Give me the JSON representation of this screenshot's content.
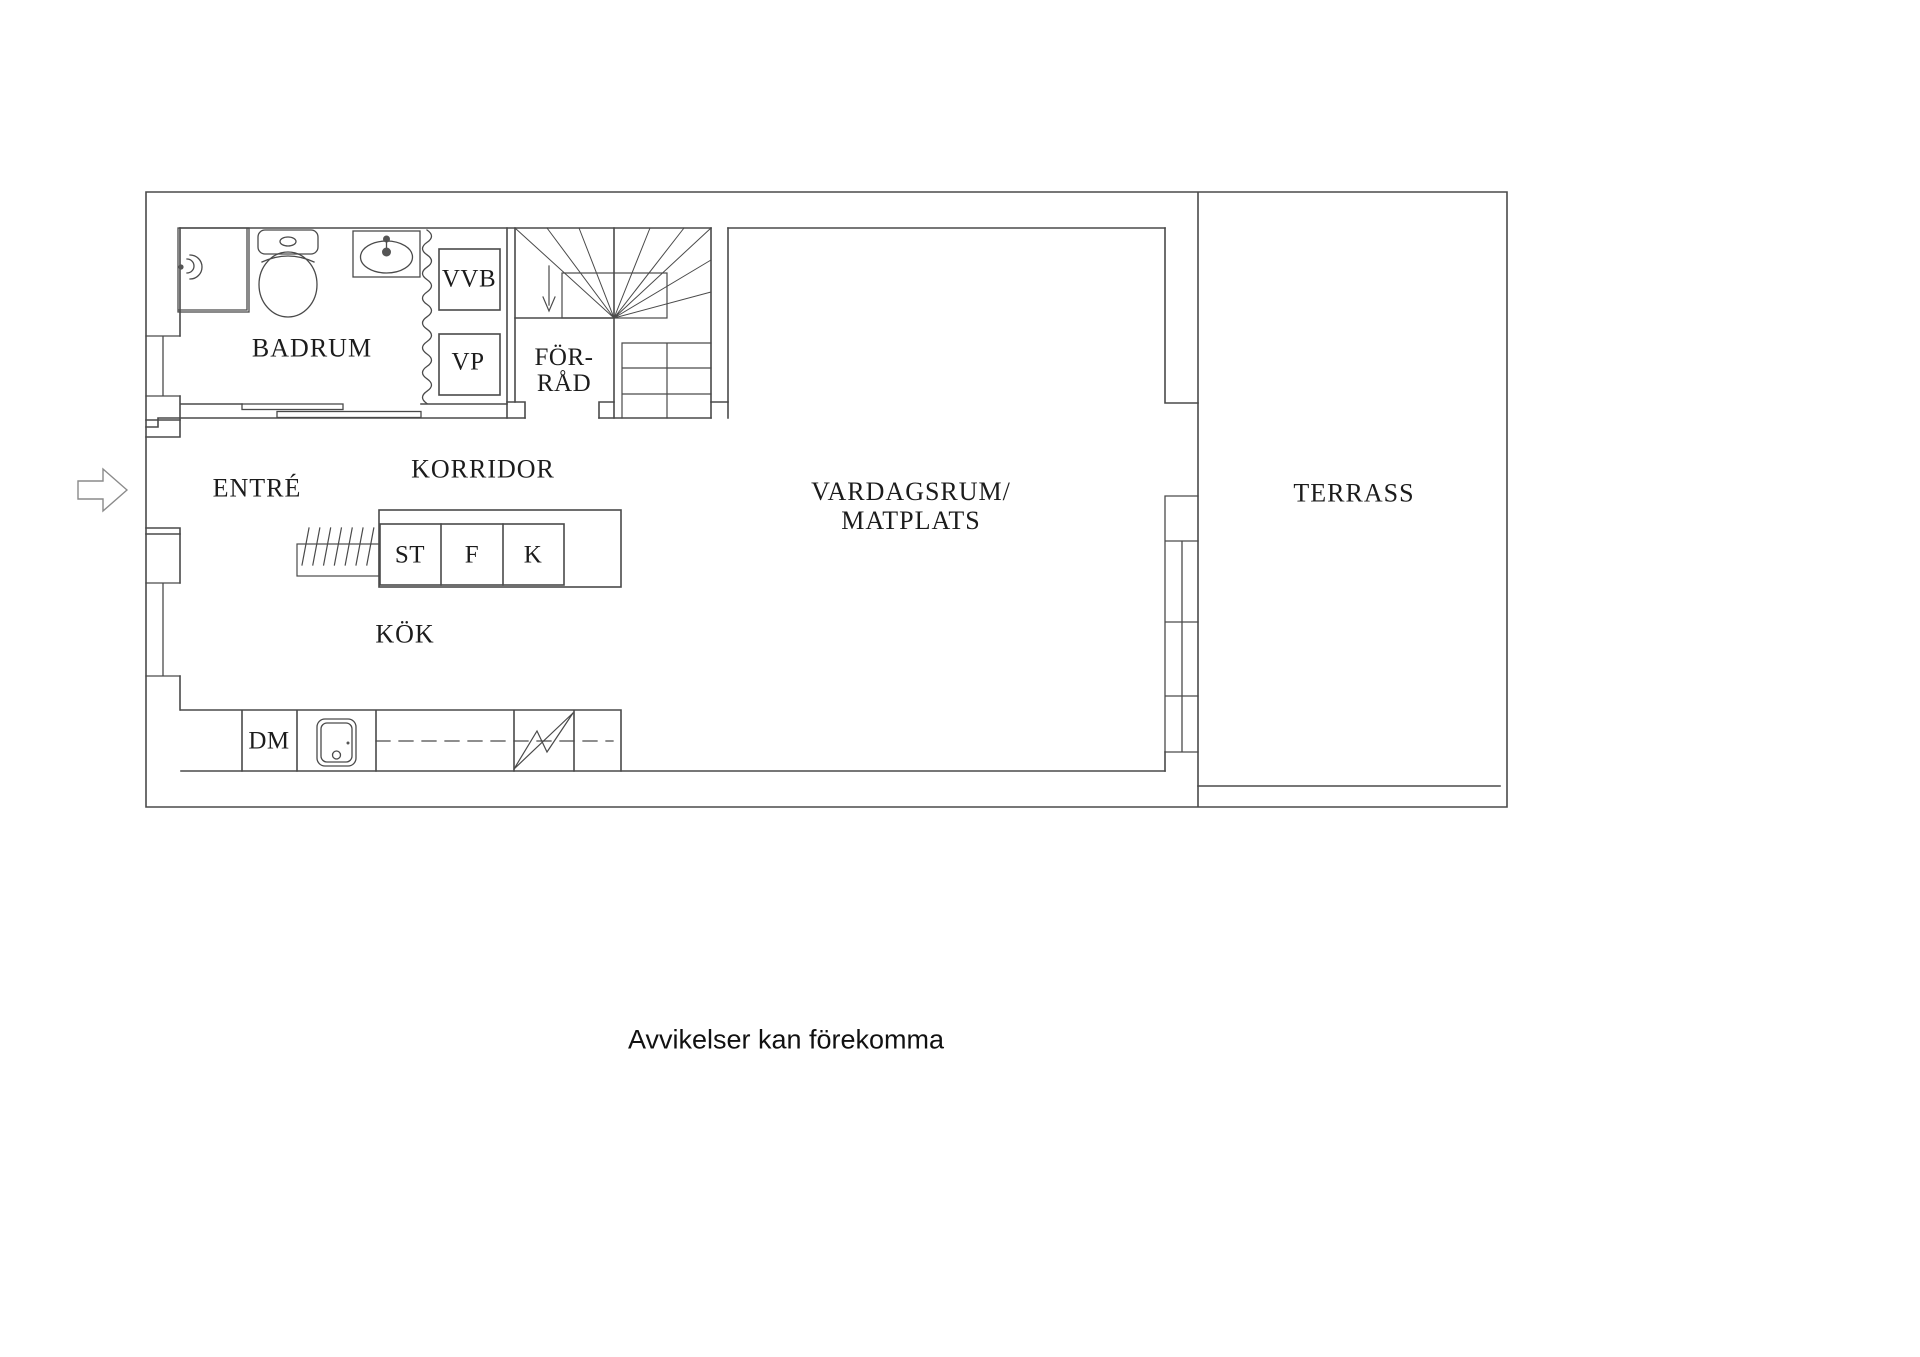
{
  "rooms": {
    "badrum": "BADRUM",
    "entre": "ENTRÉ",
    "korridor": "KORRIDOR",
    "kok": "KÖK",
    "vardagsrum_line1": "VARDAGSRUM/",
    "vardagsrum_line2": "MATPLATS",
    "terrass": "TERRASS",
    "forrad_line1": "FÖR-",
    "forrad_line2": "RÅD"
  },
  "appliances": {
    "vvb": "VVB",
    "vp": "VP",
    "st": "ST",
    "f": "F",
    "k": "K",
    "dm": "DM"
  },
  "footer": {
    "disclaimer": "Avvikelser kan förekomma"
  },
  "icons": {
    "entrance_arrow": "entrance-direction-arrow",
    "stair_arrow": "stairs-down-arrow",
    "toilet": "toilet-icon",
    "shower": "shower-icon",
    "bathroom_sink": "bathroom-sink-icon",
    "kitchen_sink": "kitchen-sink-icon",
    "stove": "stove-zigzag-icon",
    "coat_rack": "coat-rack-hangers-icon",
    "radiator": "wavy-radiator-wall-icon"
  },
  "colors": {
    "wall_line": "#4a4a4a",
    "fixture_line": "#555555",
    "text": "#1c1c1c",
    "background": "#ffffff"
  }
}
